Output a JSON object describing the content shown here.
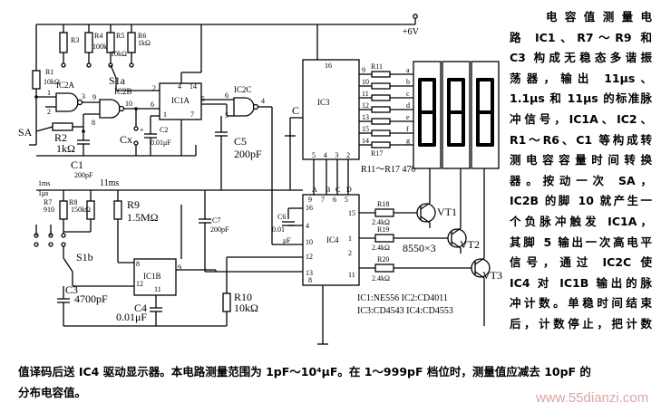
{
  "labels": {
    "vcc": "+6V",
    "r3": "R3",
    "r4": "R4",
    "r4v": "100kΩ",
    "r5": "R5",
    "r5v": "10kΩ",
    "r6": "R6",
    "r6v": "1kΩ",
    "r1": "R1",
    "r1v": "10kΩ",
    "ic2a": "IC2A",
    "ic2b": "IC2B",
    "ic1a": "IC1A",
    "s1a": "S1a",
    "sa": "SA",
    "r2": "R2",
    "r2v": "1kΩ",
    "c1": "C1",
    "c1v": "200pF",
    "cx": "Cx",
    "c2": "C2",
    "c2v": "0.01μF",
    "ic2c": "IC2C",
    "c5": "C5",
    "c5v": "200pF",
    "ic3": "IC3",
    "c": "C",
    "r11": "R11",
    "r17": "R17",
    "r11_17": "R11～R17  470",
    "ic4": "IC4",
    "c6": "C6",
    "c6v": "0.01",
    "uf": "μF",
    "r18": "R18",
    "r19": "R19",
    "r20": "R20",
    "r18v": "2.4kΩ",
    "vt1": "VT1",
    "vt2": "VT2",
    "vt3": "VT3",
    "t8550": "8550×3",
    "t1ms": "1ms",
    "t11ms": "11ms",
    "t1us": "1μs",
    "r7": "R7",
    "r7v": "910",
    "r8": "R8",
    "r8v": "150kΩ",
    "r9": "R9",
    "r9v": "1.5MΩ",
    "s1b": "S1b",
    "c7": "C7",
    "c7v": "200pF",
    "ic1b": "IC1B",
    "c3": "C3",
    "c3v": "4700pF",
    "c4": "C4",
    "c4v": "0.01μF",
    "r10": "R10",
    "r10v": "10kΩ",
    "legend1": "IC1:NE556  IC2:CD4011",
    "legend2": "IC3:CD4543  IC4:CD4553",
    "segs": [
      "a",
      "b",
      "c",
      "d",
      "e",
      "f",
      "g"
    ],
    "ic3pins_r": [
      "9",
      "10",
      "11",
      "12",
      "13",
      "15",
      "14"
    ],
    "ic3pins_b": [
      "5",
      "4",
      "3",
      "2"
    ],
    "ic4pins_t": [
      "A",
      "B",
      "C",
      "D"
    ],
    "ic4pins_tn": [
      "9",
      "7",
      "6",
      "5"
    ]
  },
  "description": {
    "right": [
      "电容值测量电",
      "路   IC1、R7～R9 和",
      "C3 构成无稳态多谐振",
      "荡器，输出 11μs、",
      "1.1μs 和 11μs 的标准脉",
      "冲信号，IC1A、IC2、",
      "R1～R6、C1 等构成转",
      "测电容容量时间转换",
      "器。按动一次 SA，",
      "IC2B 的脚 10 就产生一",
      "个负脉冲触发 IC1A，",
      "其脚 5 输出一次高电平",
      "信号，通过 IC2C 使",
      "IC4 对 IC1B 输出的脉",
      "冲计数。单稳时间结束",
      "后，计数停止，把计数"
    ],
    "bottom": [
      "值译码后送 IC4 驱动显示器。本电路测量范围为 1pF～10⁴μF。在 1～999pF 档位时，测量值应减去 10pF 的",
      "分布电容值。"
    ]
  },
  "watermark": "www.55dianzi.com"
}
